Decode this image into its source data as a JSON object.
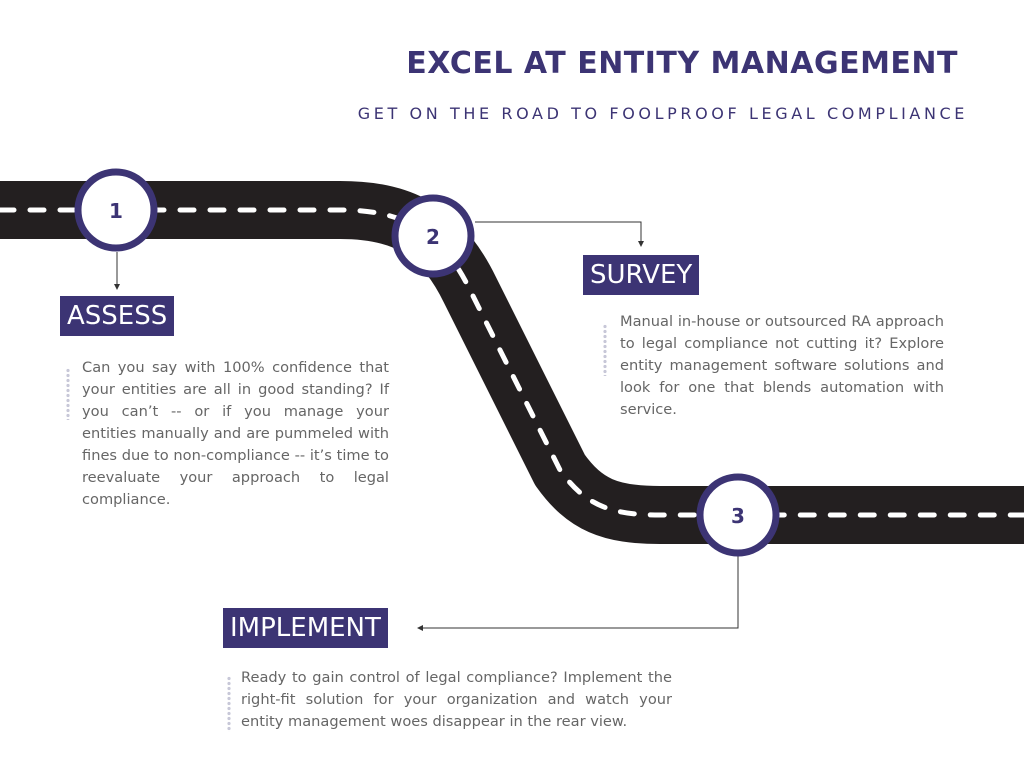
{
  "header": {
    "title": "EXCEL AT ENTITY MANAGEMENT",
    "subtitle": "GET ON THE ROAD TO FOOLPROOF LEGAL COMPLIANCE"
  },
  "colors": {
    "brand": "#3c3474",
    "road": "#231f20",
    "body_text": "#666666"
  },
  "steps": [
    {
      "number": "1",
      "label": "ASSESS",
      "text": "Can you say with 100% confidence that your entities are all in good standing? If you can’t -- or if you manage your entities manually and are pummeled with fines due to non-compliance -- it’s time to reevaluate your approach to legal compliance."
    },
    {
      "number": "2",
      "label": "SURVEY",
      "text": "Manual in-house or outsourced RA approach to legal compliance not cutting it? Explore entity management software solutions and look for one that blends automation with service."
    },
    {
      "number": "3",
      "label": "IMPLEMENT",
      "text": "Ready to gain control of legal compliance? Implement the right-fit solution for your organization and watch your entity management woes disappear in the rear view."
    }
  ]
}
